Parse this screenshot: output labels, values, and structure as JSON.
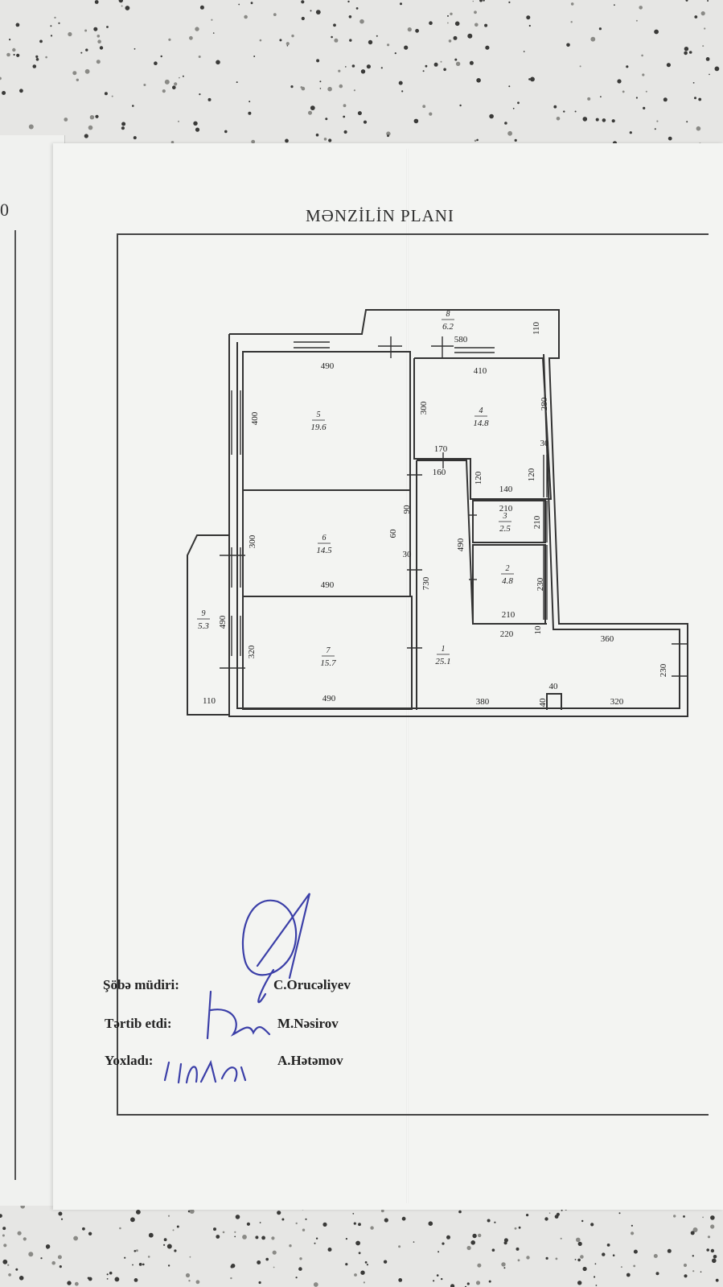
{
  "page": {
    "previous_page_number": "0"
  },
  "document": {
    "title": "MƏNZİLİN PLANI"
  },
  "rooms": [
    {
      "number": "1",
      "area": "25.1"
    },
    {
      "number": "2",
      "area": "4.8"
    },
    {
      "number": "3",
      "area": "2.5"
    },
    {
      "number": "4",
      "area": "14.8"
    },
    {
      "number": "5",
      "area": "19.6"
    },
    {
      "number": "6",
      "area": "14.5"
    },
    {
      "number": "7",
      "area": "15.7"
    },
    {
      "number": "8",
      "area": "6.2"
    },
    {
      "number": "9",
      "area": "5.3"
    }
  ],
  "dimensions": [
    "490",
    "410",
    "580",
    "110",
    "400",
    "300",
    "280",
    "30",
    "170",
    "160",
    "120",
    "140",
    "210",
    "210",
    "120",
    "90",
    "60",
    "300",
    "490",
    "30",
    "730",
    "490",
    "230",
    "210",
    "220",
    "10",
    "360",
    "490",
    "320",
    "110",
    "490",
    "380",
    "40",
    "40",
    "320",
    "230"
  ],
  "signatures": [
    {
      "label": "Şöbə müdiri:",
      "name": "C.Orucəliyev"
    },
    {
      "label": "Tərtib etdi:",
      "name": "M.Nəsirov"
    },
    {
      "label": "Yoxladı:",
      "name": "A.Hətəmov"
    }
  ],
  "colors": {
    "paper": "#f3f4f2",
    "ink": "#222222",
    "signature_ink": "#3b3fa8"
  }
}
